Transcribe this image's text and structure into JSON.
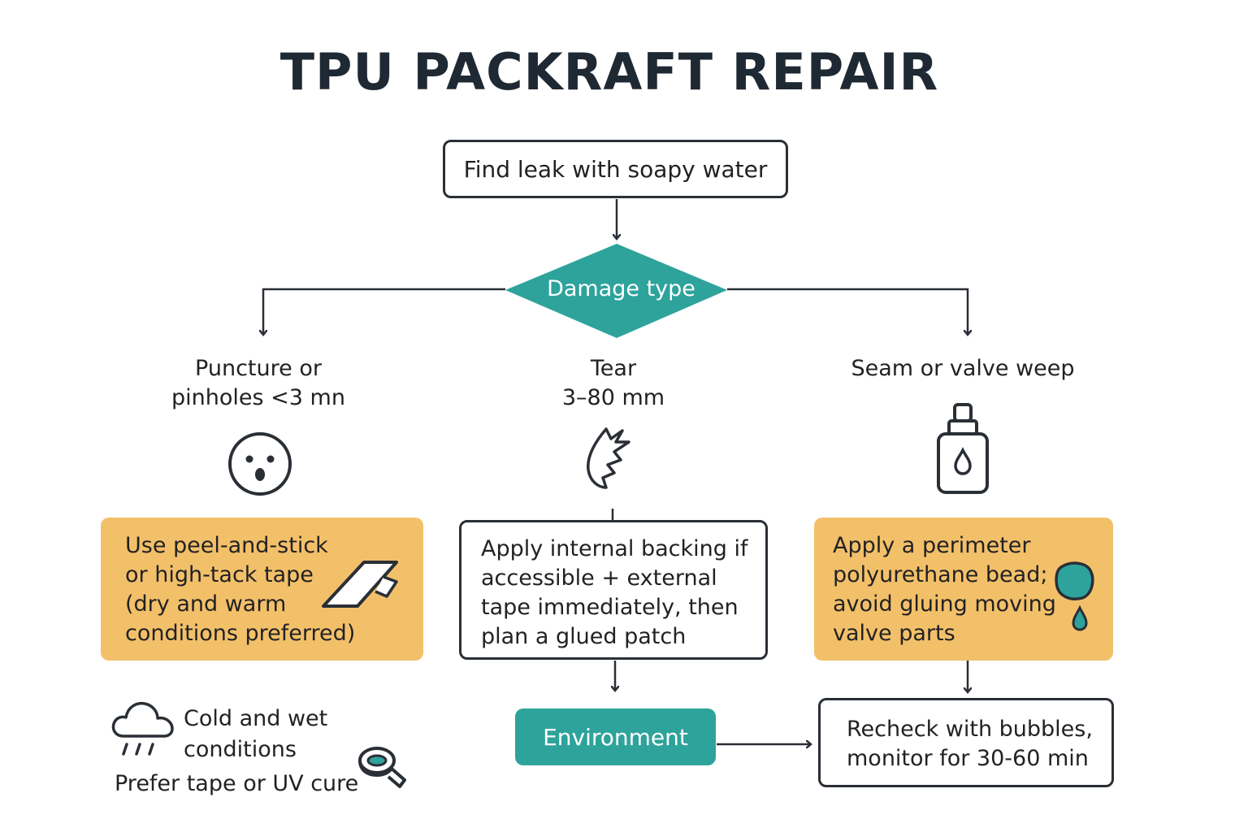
{
  "title": "TPU PACKRAFT REPAIR",
  "start": "Find leak with soapy water",
  "decision": "Damage type",
  "branches": {
    "puncture": {
      "lines": [
        "Puncture or",
        "pinholes <3 mn"
      ]
    },
    "tear": {
      "lines": [
        "Tear",
        "3–80 mm"
      ]
    },
    "seam": {
      "lines": [
        "Seam or valve weep"
      ]
    }
  },
  "cards": {
    "puncture": [
      "Use peel-and-stick",
      "or high-tack tape",
      "(dry and warm",
      "conditions preferred)"
    ],
    "tear": [
      "Apply internal backing if",
      "accessible + external",
      "tape immediately, then",
      "plan a glued patch"
    ],
    "seam": [
      "Apply a perimeter",
      "polyurethane bead;",
      "avoid gluing moving",
      "valve parts"
    ]
  },
  "environment": "Environment",
  "recheck": [
    "Recheck with bubbles,",
    "monitor for 30-60 min"
  ],
  "cold_note": [
    "Cold and wet",
    "conditions"
  ],
  "prefer_note": "Prefer tape or UV cure",
  "colors": {
    "teal": "#2ea39c",
    "orange": "#f3c06a",
    "ink": "#2a2f36"
  },
  "icons": [
    "surprised-face-icon",
    "torn-fabric-icon",
    "sealant-bottle-icon",
    "tape-strip-icon",
    "sealant-drops-icon",
    "rain-cloud-icon",
    "tape-roll-icon"
  ]
}
